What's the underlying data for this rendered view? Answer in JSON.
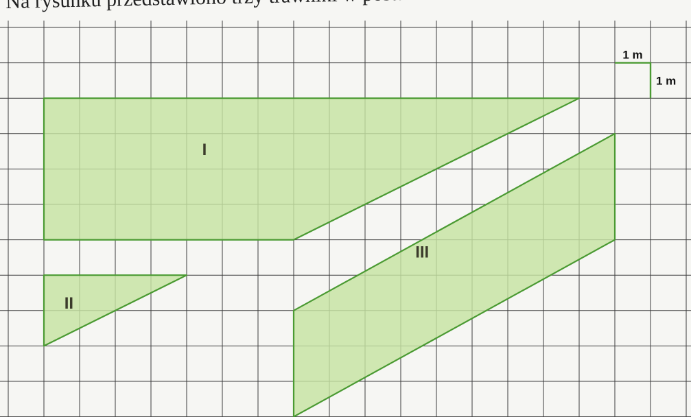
{
  "heading_text": "Na rysunku przedstawiono trzy trawniki w postaci",
  "colors": {
    "grid_line": "#3c3c3c",
    "lawn_fill": "#c6e3a2",
    "lawn_stroke": "#4a9a32",
    "scale_stroke": "#4a9a32"
  },
  "grid": {
    "columns": 19,
    "rows": 11
  },
  "scale": {
    "horizontal_label": "1 m",
    "vertical_label": "1 m"
  },
  "lawns": [
    {
      "label": "I",
      "shape": "trapezoid",
      "vertices": [
        [
          1,
          2
        ],
        [
          16,
          2
        ],
        [
          8,
          6
        ],
        [
          1,
          6
        ]
      ]
    },
    {
      "label": "II",
      "shape": "triangle",
      "vertices": [
        [
          1,
          7
        ],
        [
          5,
          7
        ],
        [
          1,
          9
        ]
      ]
    },
    {
      "label": "III",
      "shape": "parallelogram",
      "vertices": [
        [
          8,
          8
        ],
        [
          17,
          3
        ],
        [
          17,
          6
        ],
        [
          8,
          11
        ]
      ]
    }
  ]
}
